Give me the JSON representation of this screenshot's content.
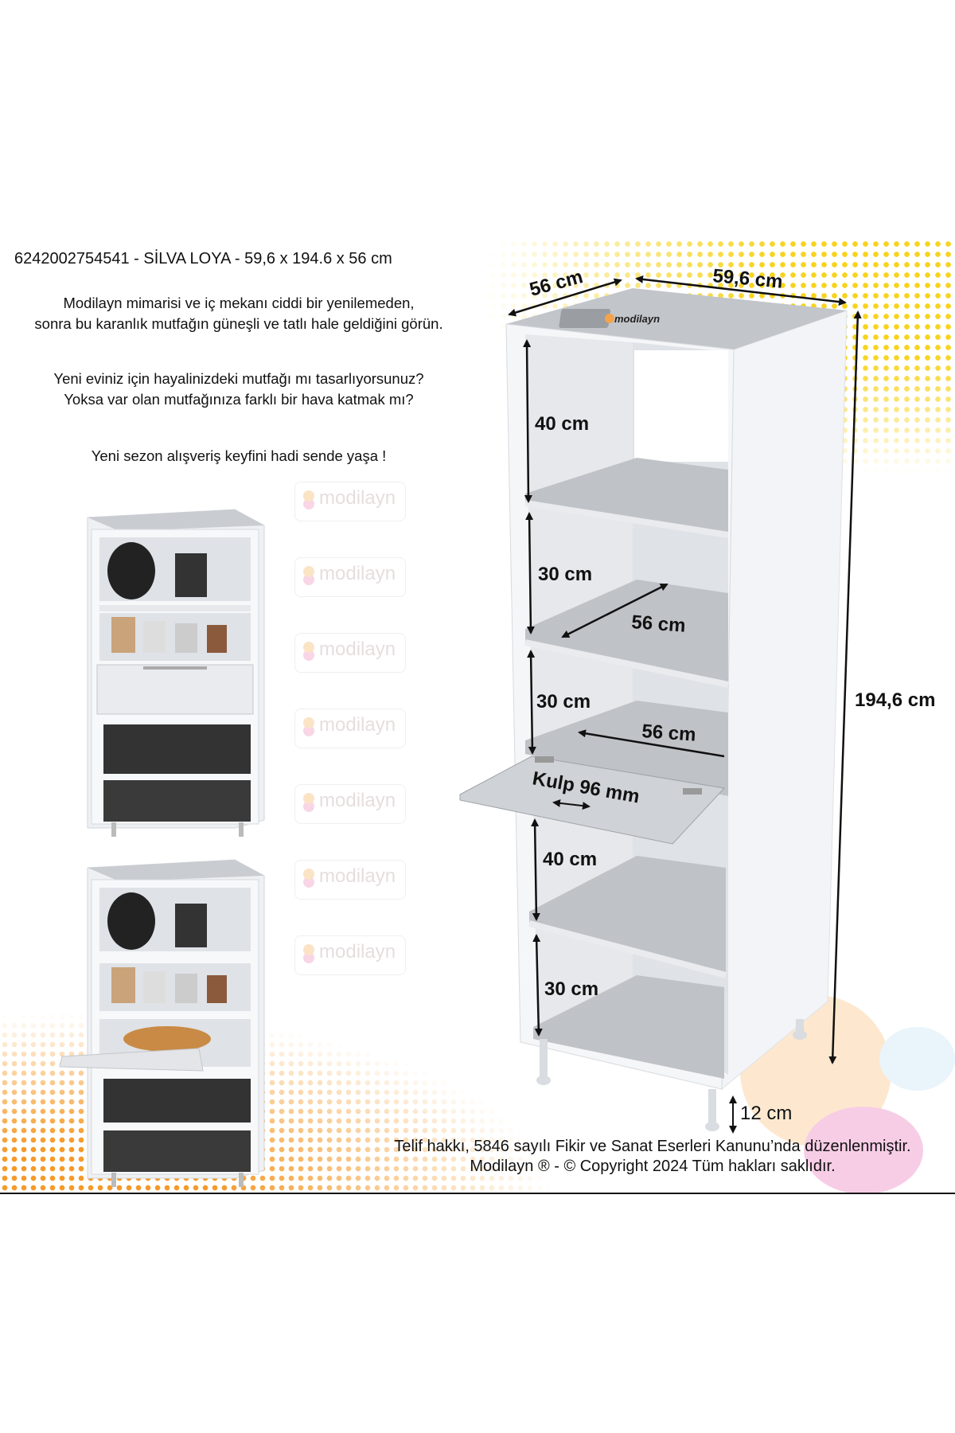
{
  "header": {
    "title": "6242002754541 - SİLVA LOYA - 59,6 x 194.6 x 56 cm"
  },
  "description": {
    "line1": "Modilayn mimarisi ve iç mekanı ciddi bir yenilemeden,",
    "line2": "sonra bu karanlık mutfağın güneşli ve tatlı hale geldiğini görün.",
    "line3": "Yeni eviniz için hayalinizdeki mutfağı mı tasarlıyorsunuz?",
    "line4": "Yoksa var olan mutfağınıza farklı bir hava katmak mı?",
    "line5": "Yeni sezon alışveriş keyfini hadi sende yaşa !"
  },
  "brand": {
    "logo_text": "modilayn",
    "watermark_text": "modilayn"
  },
  "dimensions": {
    "depth_top": "56 cm",
    "width_top": "59,6 cm",
    "height_total": "194,6 cm",
    "shelf1": "40 cm",
    "shelf2": "30 cm",
    "shelf_depth1": "56 cm",
    "shelf3": "30 cm",
    "shelf_depth2": "56 cm",
    "handle": "Kulp 96 mm",
    "shelf4": "40 cm",
    "shelf5": "30 cm",
    "legs": "12 cm"
  },
  "footer": {
    "line1": "Telif hakkı, 5846 sayılı Fikir ve Sanat Eserleri Kanunu’nda düzenlenmiştir.",
    "line2": "Modilayn ® - © Copyright 2024 Tüm hakları saklıdır."
  },
  "colors": {
    "yellow_dots": "#f7d31c",
    "orange_dots": "#f59a2a",
    "cabinet_white": "#f4f6f9",
    "shelf_grey": "#b9bcc1"
  }
}
